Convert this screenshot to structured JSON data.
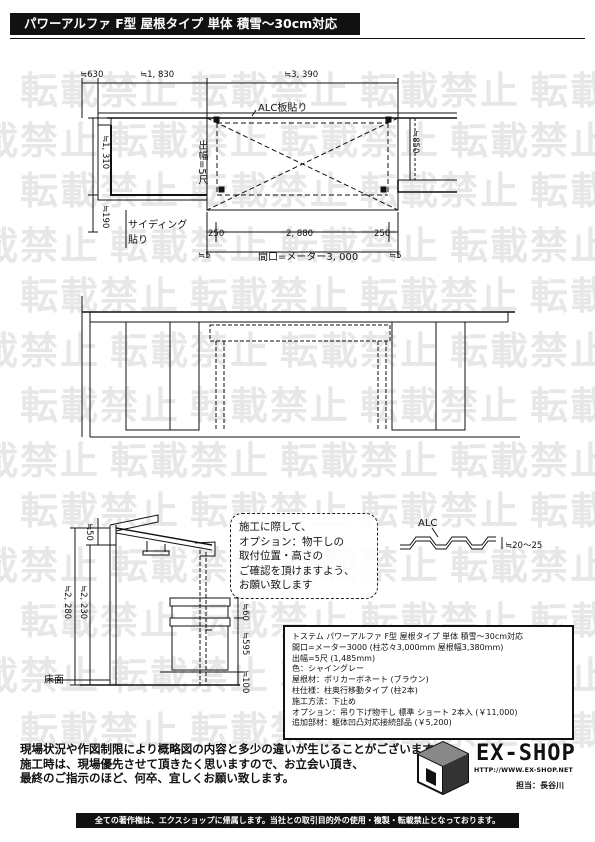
{
  "header": {
    "title": "パワーアルファ F型 屋根タイプ 単体 積雪～30cm対応"
  },
  "watermark": {
    "text": "転載禁止"
  },
  "plan": {
    "dim_630": "≒630",
    "dim_1830": "≒1, 830",
    "dim_3390": "≒3, 390",
    "alc_label": "ALC板貼り",
    "dim_1310": "≒1, 310",
    "depth_label": "出幅=5尺",
    "dim_850": "≒850",
    "dim_190": "≒190",
    "siding_label_1": "サイディング",
    "siding_label_2": "貼り",
    "dim_250_left": "250",
    "dim_2880": "2, 880",
    "dim_250_right": "250",
    "dim_5_left": "≒5",
    "opening_label": "間口=メーター3, 000",
    "dim_5_right": "≒5"
  },
  "side": {
    "dim_50": "≒50",
    "dim_2280": "≒2, 280",
    "dim_2230": "≒2, 230",
    "floor_label": "床面",
    "dim_60": "≒60",
    "dim_595": "≒595",
    "dim_100": "≒100"
  },
  "alc_detail": {
    "label": "ALC",
    "dim": "≒20～25"
  },
  "note": {
    "lines": [
      "施工に際して、",
      "オプション：物干しの",
      "取付位置・高さの",
      "ご確認を頂けますよう、",
      "お願い致します"
    ]
  },
  "spec": {
    "lines": [
      "トステム  パワーアルファ F型 屋根タイプ 単体 積雪～30cm対応",
      "間口=メーター3000 (柱芯々3,000mm  屋根幅3,380mm)",
      "出幅=5尺 (1,485mm)",
      "色：シャイングレー",
      "屋根材：ポリカーボネート (ブラウン)",
      "柱仕様：柱奥行移動タイプ (柱2本)",
      "施工方法：下止め",
      "オプション：吊り下げ物干し  標準  ショート  2本入 (￥11,000)",
      "追加部材：躯体凹凸対応接続部品 (￥5,200)"
    ]
  },
  "footer": {
    "notes": [
      "現場状況や作図制限により概略図の内容と多少の違いが生じることがございます。",
      "施工時は、現場優先させて頂きたく思いますので、お立会い頂き、",
      "最終のご指示のほど、何卒、宜しくお願い致します。"
    ],
    "copyright": "全ての著作権は、エクスショップに帰属します。当社との取引目的外の使用・複製・転載禁止となっております。"
  },
  "logo": {
    "name": "EX-SHOP",
    "url": "HTTP://WWW.EX-SHOP.NET",
    "person": "担当：長谷川"
  }
}
